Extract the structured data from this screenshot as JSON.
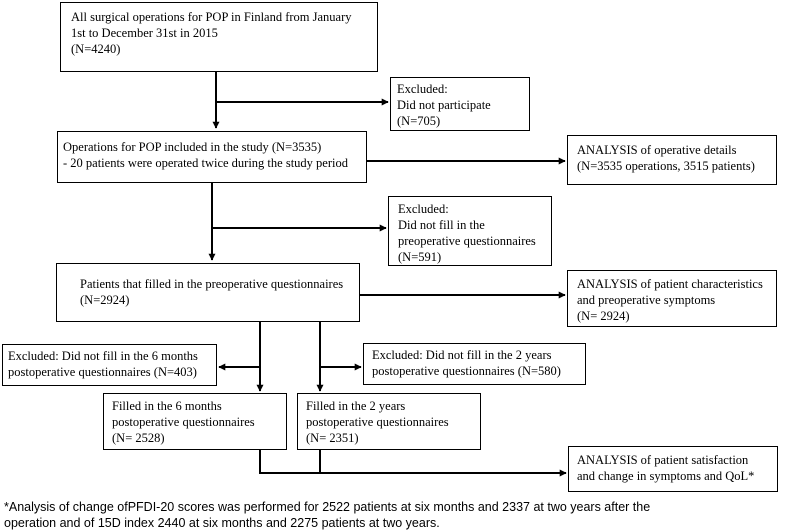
{
  "boxes": {
    "all_operations": [
      "All surgical operations for POP in Finland from January",
      "1st to December 31st in 2015",
      "(N=4240)"
    ],
    "excluded_not_participate": [
      "Excluded:",
      "Did not participate",
      "(N=705)"
    ],
    "included_study": [
      "Operations for POP included in the study (N=3535)",
      "- 20 patients were operated twice during the study period"
    ],
    "analysis_operative": [
      "ANALYSIS of operative details",
      "(N=3535 operations, 3515 patients)"
    ],
    "excluded_preop": [
      "Excluded:",
      "Did not fill in the",
      "preoperative questionnaires",
      "(N=591)"
    ],
    "filled_preop": [
      "Patients that filled in the preoperative questionnaires",
      "(N=2924)"
    ],
    "analysis_characteristics": [
      "ANALYSIS of patient characteristics",
      "and preoperative symptoms",
      "(N= 2924)"
    ],
    "excluded_6m": [
      "Excluded: Did not fill in the 6 months",
      "postoperative questionnaires (N=403)"
    ],
    "excluded_2y": [
      "Excluded: Did not fill in the 2 years",
      "postoperative questionnaires (N=580)"
    ],
    "filled_6m": [
      "Filled in the 6 months",
      "postoperative questionnaires",
      "(N= 2528)"
    ],
    "filled_2y": [
      "Filled in the 2 years",
      "postoperative questionnaires",
      "(N= 2351)"
    ],
    "analysis_satisfaction": [
      "ANALYSIS of patient satisfaction",
      "and change in symptoms and QoL*"
    ]
  },
  "footnote": [
    "*Analysis of change ofPFDI-20 scores was performed for 2522 patients at six months and 2337 at two years after the",
    "operation and of 15D index 2440 at six months and 2275 patients at two years."
  ]
}
